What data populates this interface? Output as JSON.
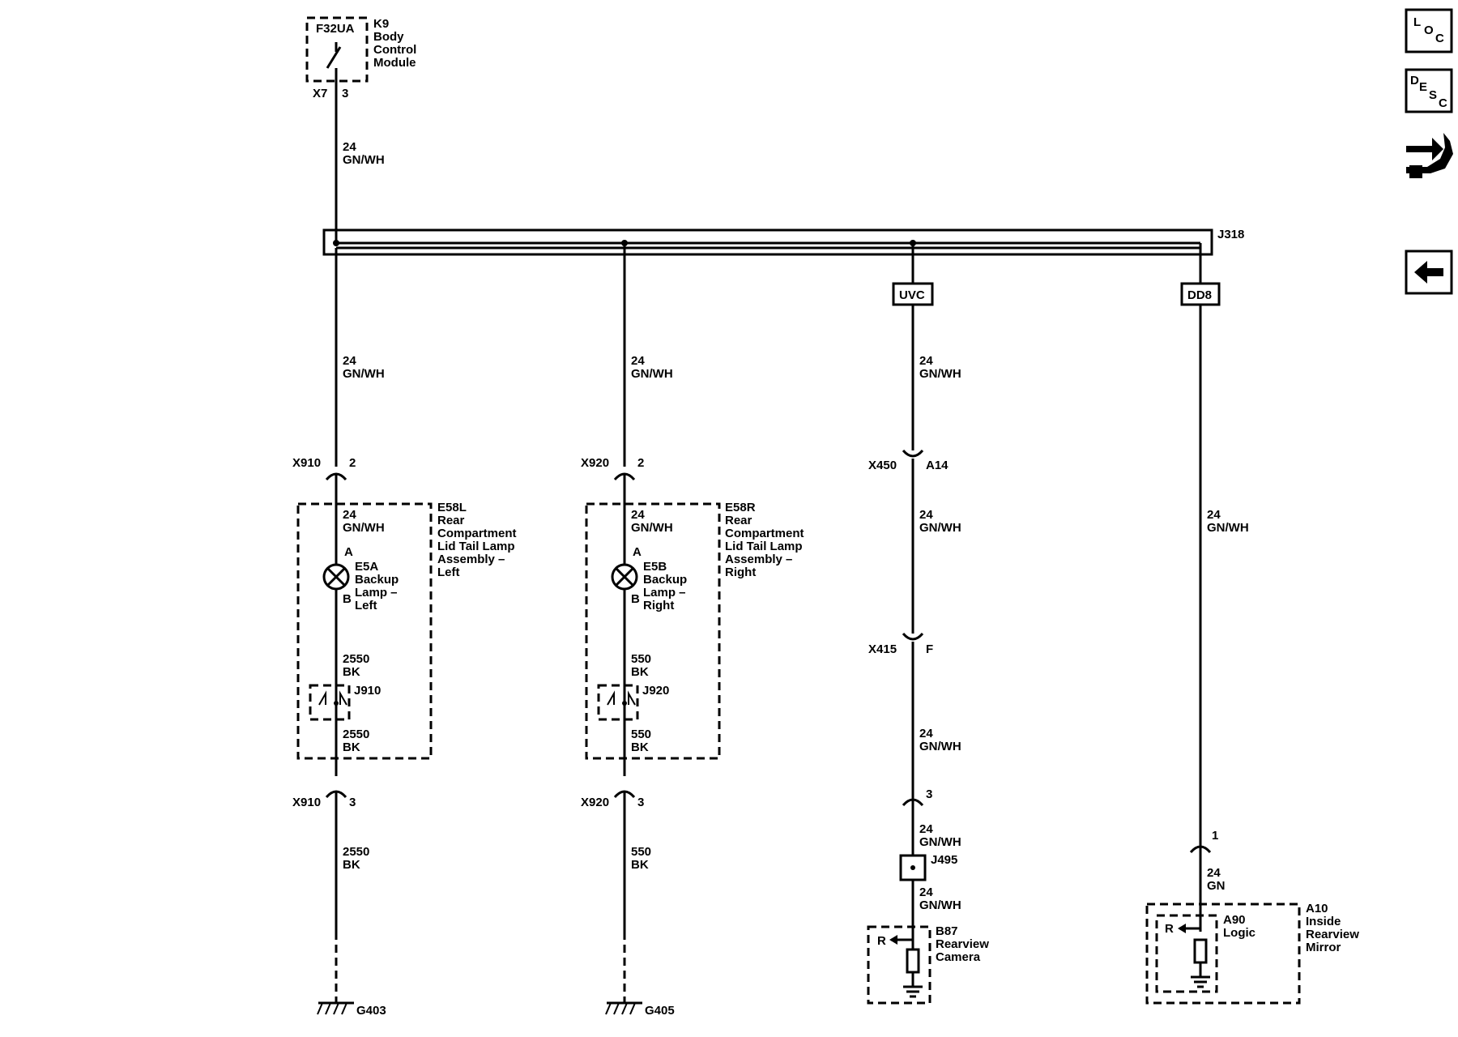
{
  "fuse": {
    "id": "F32UA",
    "module": [
      "K9",
      "Body",
      "Control",
      "Module"
    ],
    "conn": "X7",
    "pin": "3"
  },
  "wire_top": [
    "24",
    "GN/WH"
  ],
  "splice_pack": "J318",
  "left": {
    "wire1": [
      "24",
      "GN/WH"
    ],
    "conn_top": "X910",
    "pin_top": "2",
    "assy": [
      "E58L",
      "Rear",
      "Compartment",
      "Lid Tail Lamp",
      "Assembly –",
      "Left"
    ],
    "wire_in": [
      "24",
      "GN/WH"
    ],
    "pinA": "A",
    "pinB": "B",
    "lamp": [
      "E5A",
      "Backup",
      "Lamp –",
      "Left"
    ],
    "wire_out1": [
      "2550",
      "BK"
    ],
    "splice": "J910",
    "wire_out2": [
      "2550",
      "BK"
    ],
    "conn_bot": "X910",
    "pin_bot": "3",
    "wire_gnd": [
      "2550",
      "BK"
    ],
    "ground": "G403"
  },
  "right": {
    "wire1": [
      "24",
      "GN/WH"
    ],
    "conn_top": "X920",
    "pin_top": "2",
    "assy": [
      "E58R",
      "Rear",
      "Compartment",
      "Lid Tail Lamp",
      "Assembly –",
      "Right"
    ],
    "wire_in": [
      "24",
      "GN/WH"
    ],
    "pinA": "A",
    "pinB": "B",
    "lamp": [
      "E5B",
      "Backup",
      "Lamp –",
      "Right"
    ],
    "wire_out1": [
      "550",
      "BK"
    ],
    "splice": "J920",
    "wire_out2": [
      "550",
      "BK"
    ],
    "conn_bot": "X920",
    "pin_bot": "3",
    "wire_gnd": [
      "550",
      "BK"
    ],
    "ground": "G405"
  },
  "camera": {
    "option": "UVC",
    "wire1": [
      "24",
      "GN/WH"
    ],
    "conn1": "X450",
    "pin1": "A14",
    "wire2": [
      "24",
      "GN/WH"
    ],
    "conn2": "X415",
    "pin2": "F",
    "wire3": [
      "24",
      "GN/WH"
    ],
    "pin3": "3",
    "wire4": [
      "24",
      "GN/WH"
    ],
    "splice": "J495",
    "wire5": [
      "24",
      "GN/WH"
    ],
    "r": "R",
    "device": [
      "B87",
      "Rearview",
      "Camera"
    ]
  },
  "mirror": {
    "option": "DD8",
    "wire1": [
      "24",
      "GN/WH"
    ],
    "pin": "1",
    "wire2": [
      "24",
      "GN"
    ],
    "r": "R",
    "logic": [
      "A90",
      "Logic"
    ],
    "device": [
      "A10",
      "Inside",
      "Rearview",
      "Mirror"
    ]
  },
  "nav": {
    "loc": [
      "L",
      "O",
      "C"
    ],
    "desc": [
      "D",
      "E",
      "S",
      "C"
    ],
    "icons": [
      "loc-icon",
      "desc-icon",
      "connector-tool-icon",
      "back-arrow-icon"
    ]
  }
}
